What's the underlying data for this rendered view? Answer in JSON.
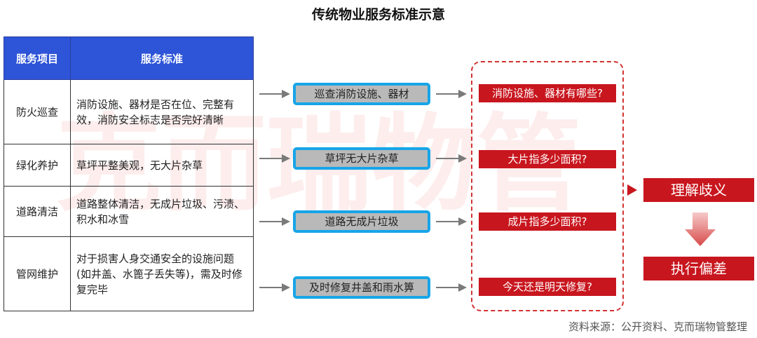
{
  "title": "传统物业服务标准示意",
  "watermark": "克而瑞物管",
  "table": {
    "headers": [
      "服务项目",
      "服务标准"
    ],
    "rows": [
      {
        "item": "防火巡查",
        "standard": "消防设施、器材是否在位、完整有效，消防安全标志是否完好清晰"
      },
      {
        "item": "绿化养护",
        "standard": "草坪平整美观，无大片杂草"
      },
      {
        "item": "道路清洁",
        "standard": "道路整体清洁，无成片垃圾、污渍、积水和冰雪"
      },
      {
        "item": "管网维护",
        "standard": "对于损害人身交通安全的设施问题(如井盖、水篦子丢失等)，需及时修复完毕"
      }
    ]
  },
  "actions": [
    "巡查消防设施、器材",
    "草坪无大片杂草",
    "道路无成片垃圾",
    "及时修复井盖和雨水箅"
  ],
  "questions": [
    "消防设施、器材有哪些?",
    "大片指多少面积?",
    "成片指多少面积?",
    "今天还是明天修复?"
  ],
  "results": [
    "理解歧义",
    "执行偏差"
  ],
  "source": "资料来源：公开资料、克而瑞物管整理",
  "colors": {
    "header_blue": "#2e54d8",
    "pill_border": "#17a5e8",
    "red": "#c8161e",
    "dash_red": "#d23232"
  }
}
